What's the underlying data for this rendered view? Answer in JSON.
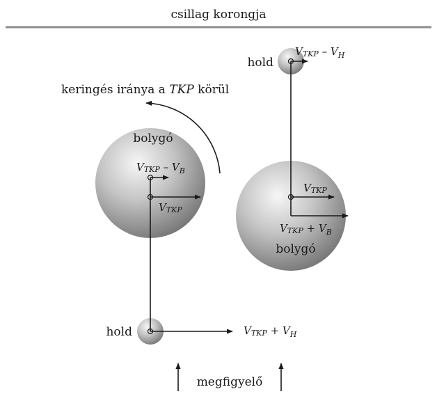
{
  "header": {
    "title": "csillag korongja"
  },
  "orbit": {
    "label_prefix": "keringés iránya a ",
    "label_italic": "TKP",
    "label_suffix": " körül"
  },
  "left_system": {
    "planet_label": "bolygó",
    "moon_label": "hold",
    "vec_top_main": "V",
    "vec_top_sub": "TKP",
    "vec_top_op": " – ",
    "vec_top_b": "V",
    "vec_top_bsub": "B",
    "vec_mid_main": "V",
    "vec_mid_sub": "TKP",
    "vec_moon_main": "V",
    "vec_moon_sub": "TKP",
    "vec_moon_op": " + ",
    "vec_moon_h": "V",
    "vec_moon_hsub": "H"
  },
  "right_system": {
    "planet_label": "bolygó",
    "moon_label": "hold",
    "vec_moon_main": "V",
    "vec_moon_sub": "TKP",
    "vec_moon_op": " – ",
    "vec_moon_h": "V",
    "vec_moon_hsub": "H",
    "vec_mid_main": "V",
    "vec_mid_sub": "TKP",
    "vec_bot_main": "V",
    "vec_bot_sub": "TKP",
    "vec_bot_op": " + ",
    "vec_bot_b": "V",
    "vec_bot_bsub": "B"
  },
  "observer": {
    "label": "megfigyelő"
  },
  "colors": {
    "ink": "#1a1a1a",
    "rule": "#8c8c8c",
    "sphere_light": "#f4f4f4",
    "sphere_mid": "#b9b9b9",
    "sphere_dark": "#6e6e6e"
  }
}
